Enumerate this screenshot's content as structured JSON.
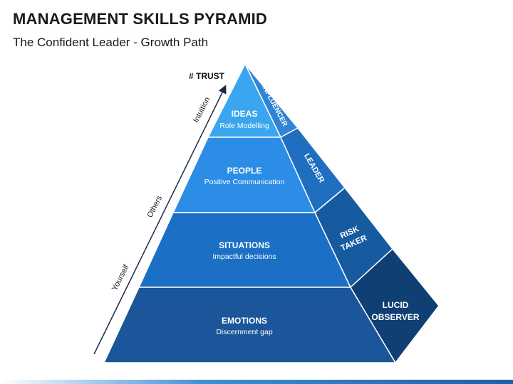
{
  "header": {
    "title": "MANAGEMENT SKILLS PYRAMID",
    "subtitle": "The Confident Leader - Growth Path"
  },
  "arrow": {
    "top_label": "# TRUST",
    "labels": [
      "Intuition",
      "Others",
      "Yourself"
    ]
  },
  "levels": [
    {
      "title": "IDEAS",
      "subtitle": "Role Modelling",
      "color": "#3aa6ef"
    },
    {
      "title": "PEOPLE",
      "subtitle": "Positive Communication",
      "color": "#2b8de6"
    },
    {
      "title": "SITUATIONS",
      "subtitle": "Impactful decisions",
      "color": "#1b6fc4"
    },
    {
      "title": "EMOTIONS",
      "subtitle": "Discernment gap",
      "color": "#1a5699"
    }
  ],
  "side": [
    {
      "label": "INFLUENCER",
      "color": "#2f84d6"
    },
    {
      "label": "LEADER",
      "color": "#1f6ec0"
    },
    {
      "lines": [
        "RISK",
        "TAKER"
      ],
      "color": "#165aa0"
    },
    {
      "lines": [
        "LUCID",
        "OBSERVER"
      ],
      "color": "#0f3f73"
    }
  ]
}
